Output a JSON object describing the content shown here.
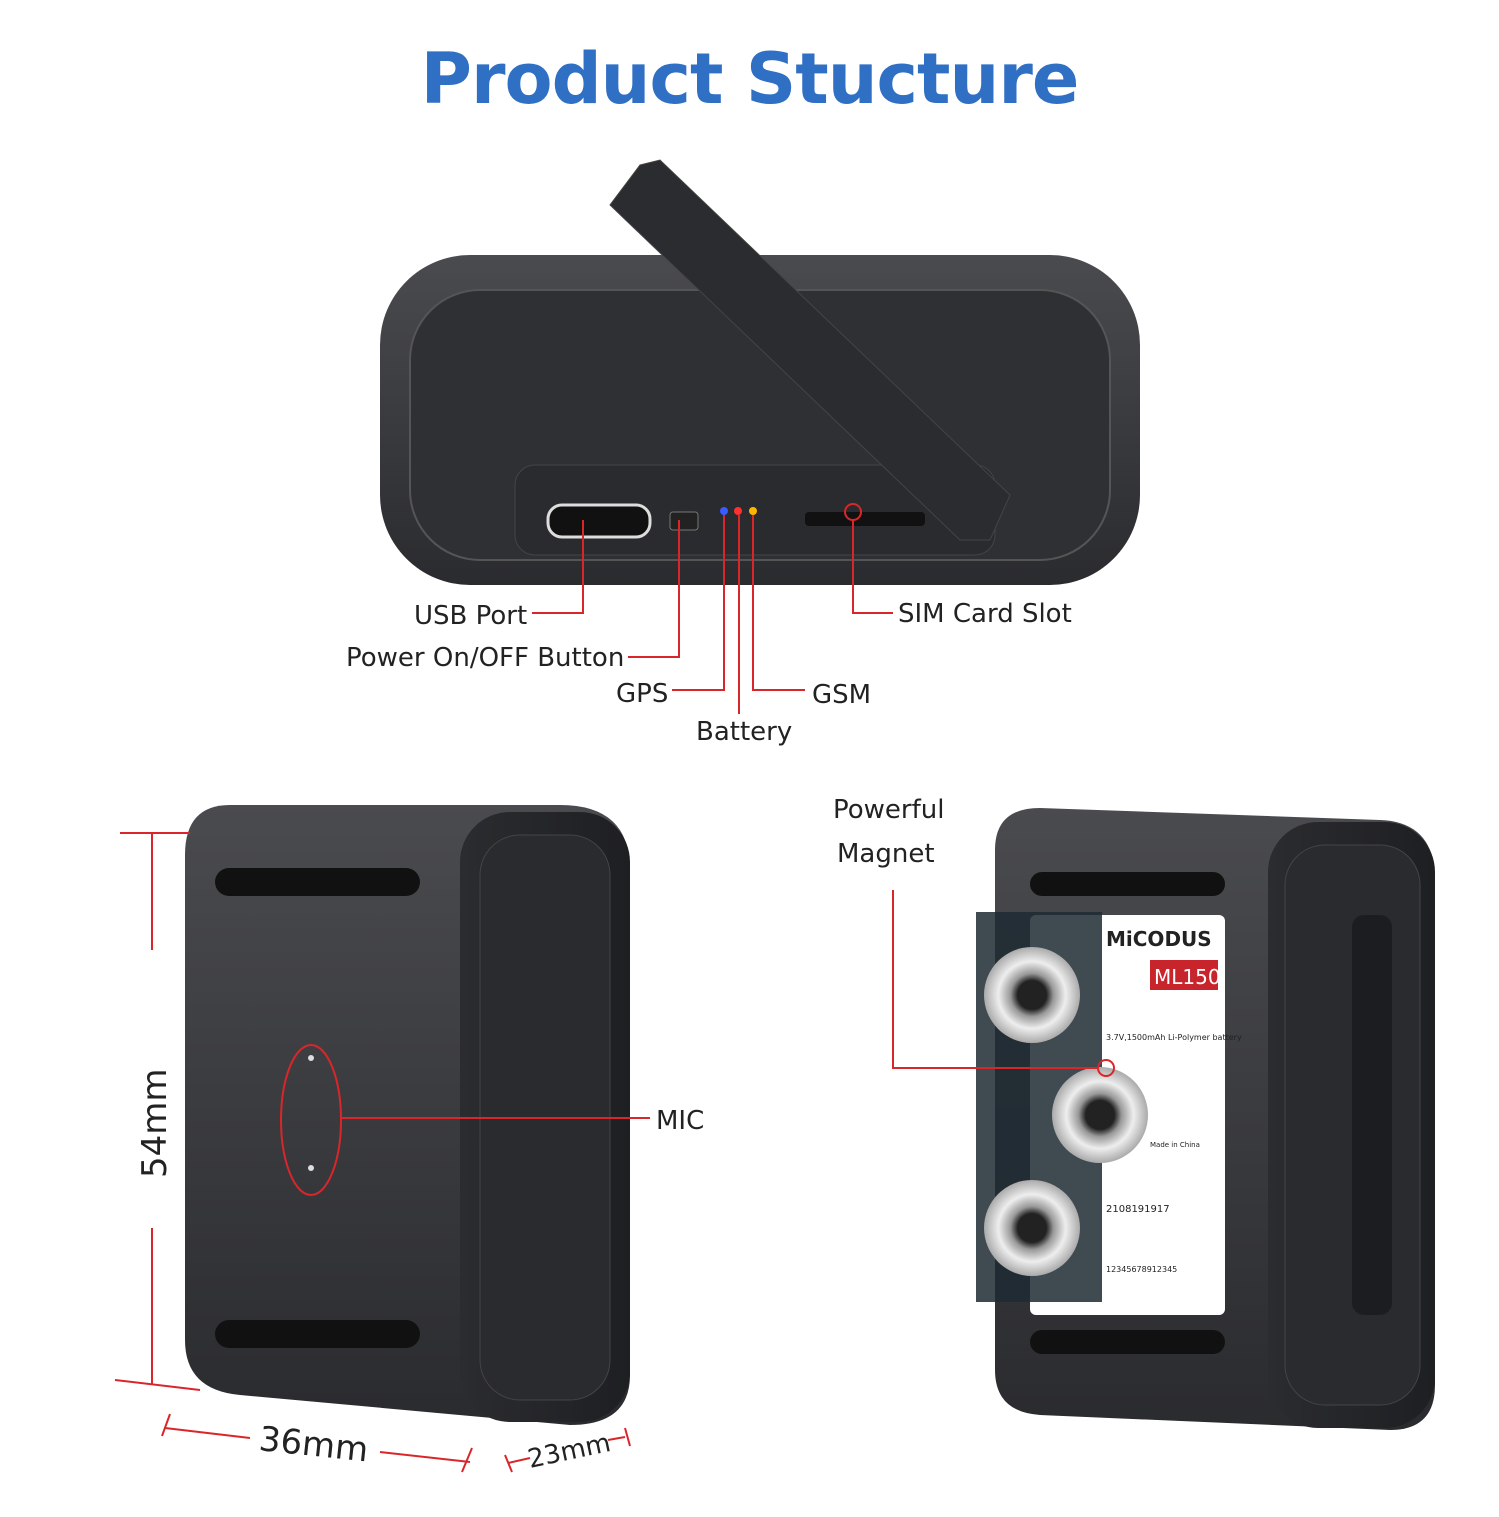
{
  "title": "Product Stucture",
  "labels": {
    "usb_port": "USB Port",
    "power_button": "Power On/OFF Button",
    "gps": "GPS",
    "battery": "Battery",
    "gsm": "GSM",
    "sim_slot": "SIM Card Slot",
    "mic": "MIC",
    "magnet_line1": "Powerful",
    "magnet_line2": "Magnet"
  },
  "dimensions": {
    "height": "54mm",
    "width": "36mm",
    "depth": "23mm"
  },
  "device_label": {
    "brand": "MiCODUS",
    "model": "ML150",
    "battery_spec": "3.7V,1500mAh Li-Polymer battery",
    "made_in": "Made in China",
    "barcode1": "2108191917",
    "barcode2": "12345678912345"
  },
  "colors": {
    "title": "#2f6fc4",
    "callout_lines": "#d9262a",
    "device_body": "#3a3b3e",
    "led_gps": "#3a5bff",
    "led_battery": "#ff3030",
    "led_gsm": "#ffb400"
  }
}
